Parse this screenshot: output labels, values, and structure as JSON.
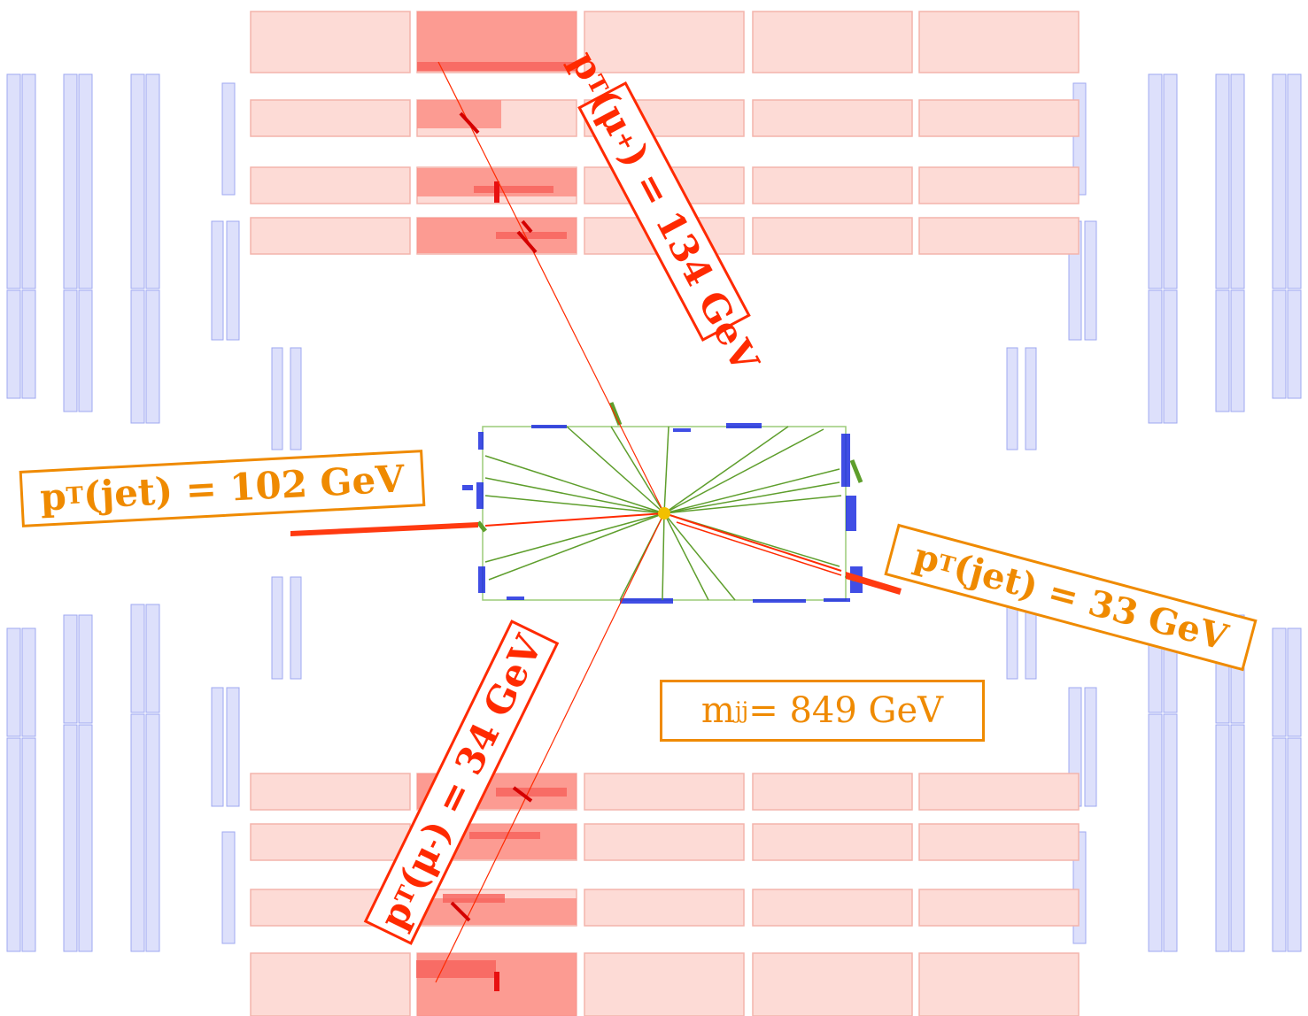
{
  "labels": {
    "mu_plus": {
      "prefix": "p",
      "sub": "T",
      "open": "(μ",
      "sup": "+",
      "close": ") = 134 GeV"
    },
    "jet_left": {
      "prefix": "p",
      "sub": "T",
      "rest": "(jet) = 102 GeV"
    },
    "jet_right": {
      "prefix": "p",
      "sub": "T",
      "rest": "(jet) = 33 GeV"
    },
    "mu_minus": {
      "prefix": "p",
      "sub": "T",
      "open": "(μ",
      "sup": "-",
      "close": ") = 34 GeV"
    },
    "mjj": {
      "prefix": "m",
      "sub": "jj",
      "rest": " = 849 GeV"
    }
  },
  "colors": {
    "muon_label": "#ff2a00",
    "jet_label": "#ef8a00",
    "muon_chamber": "#fddbd6",
    "muon_chamber_border": "#f3b4ab",
    "hit_chamber": "#fb8f86",
    "endcap_chamber": "#dde0fb",
    "endcap_border": "#9fa8f0",
    "inner_detector_border": "#9ccc78",
    "track_green": "#5e9e2c",
    "track_red": "#ff2a00",
    "calo_blue": "#1f2fe0",
    "vertex": "#f2c000"
  }
}
